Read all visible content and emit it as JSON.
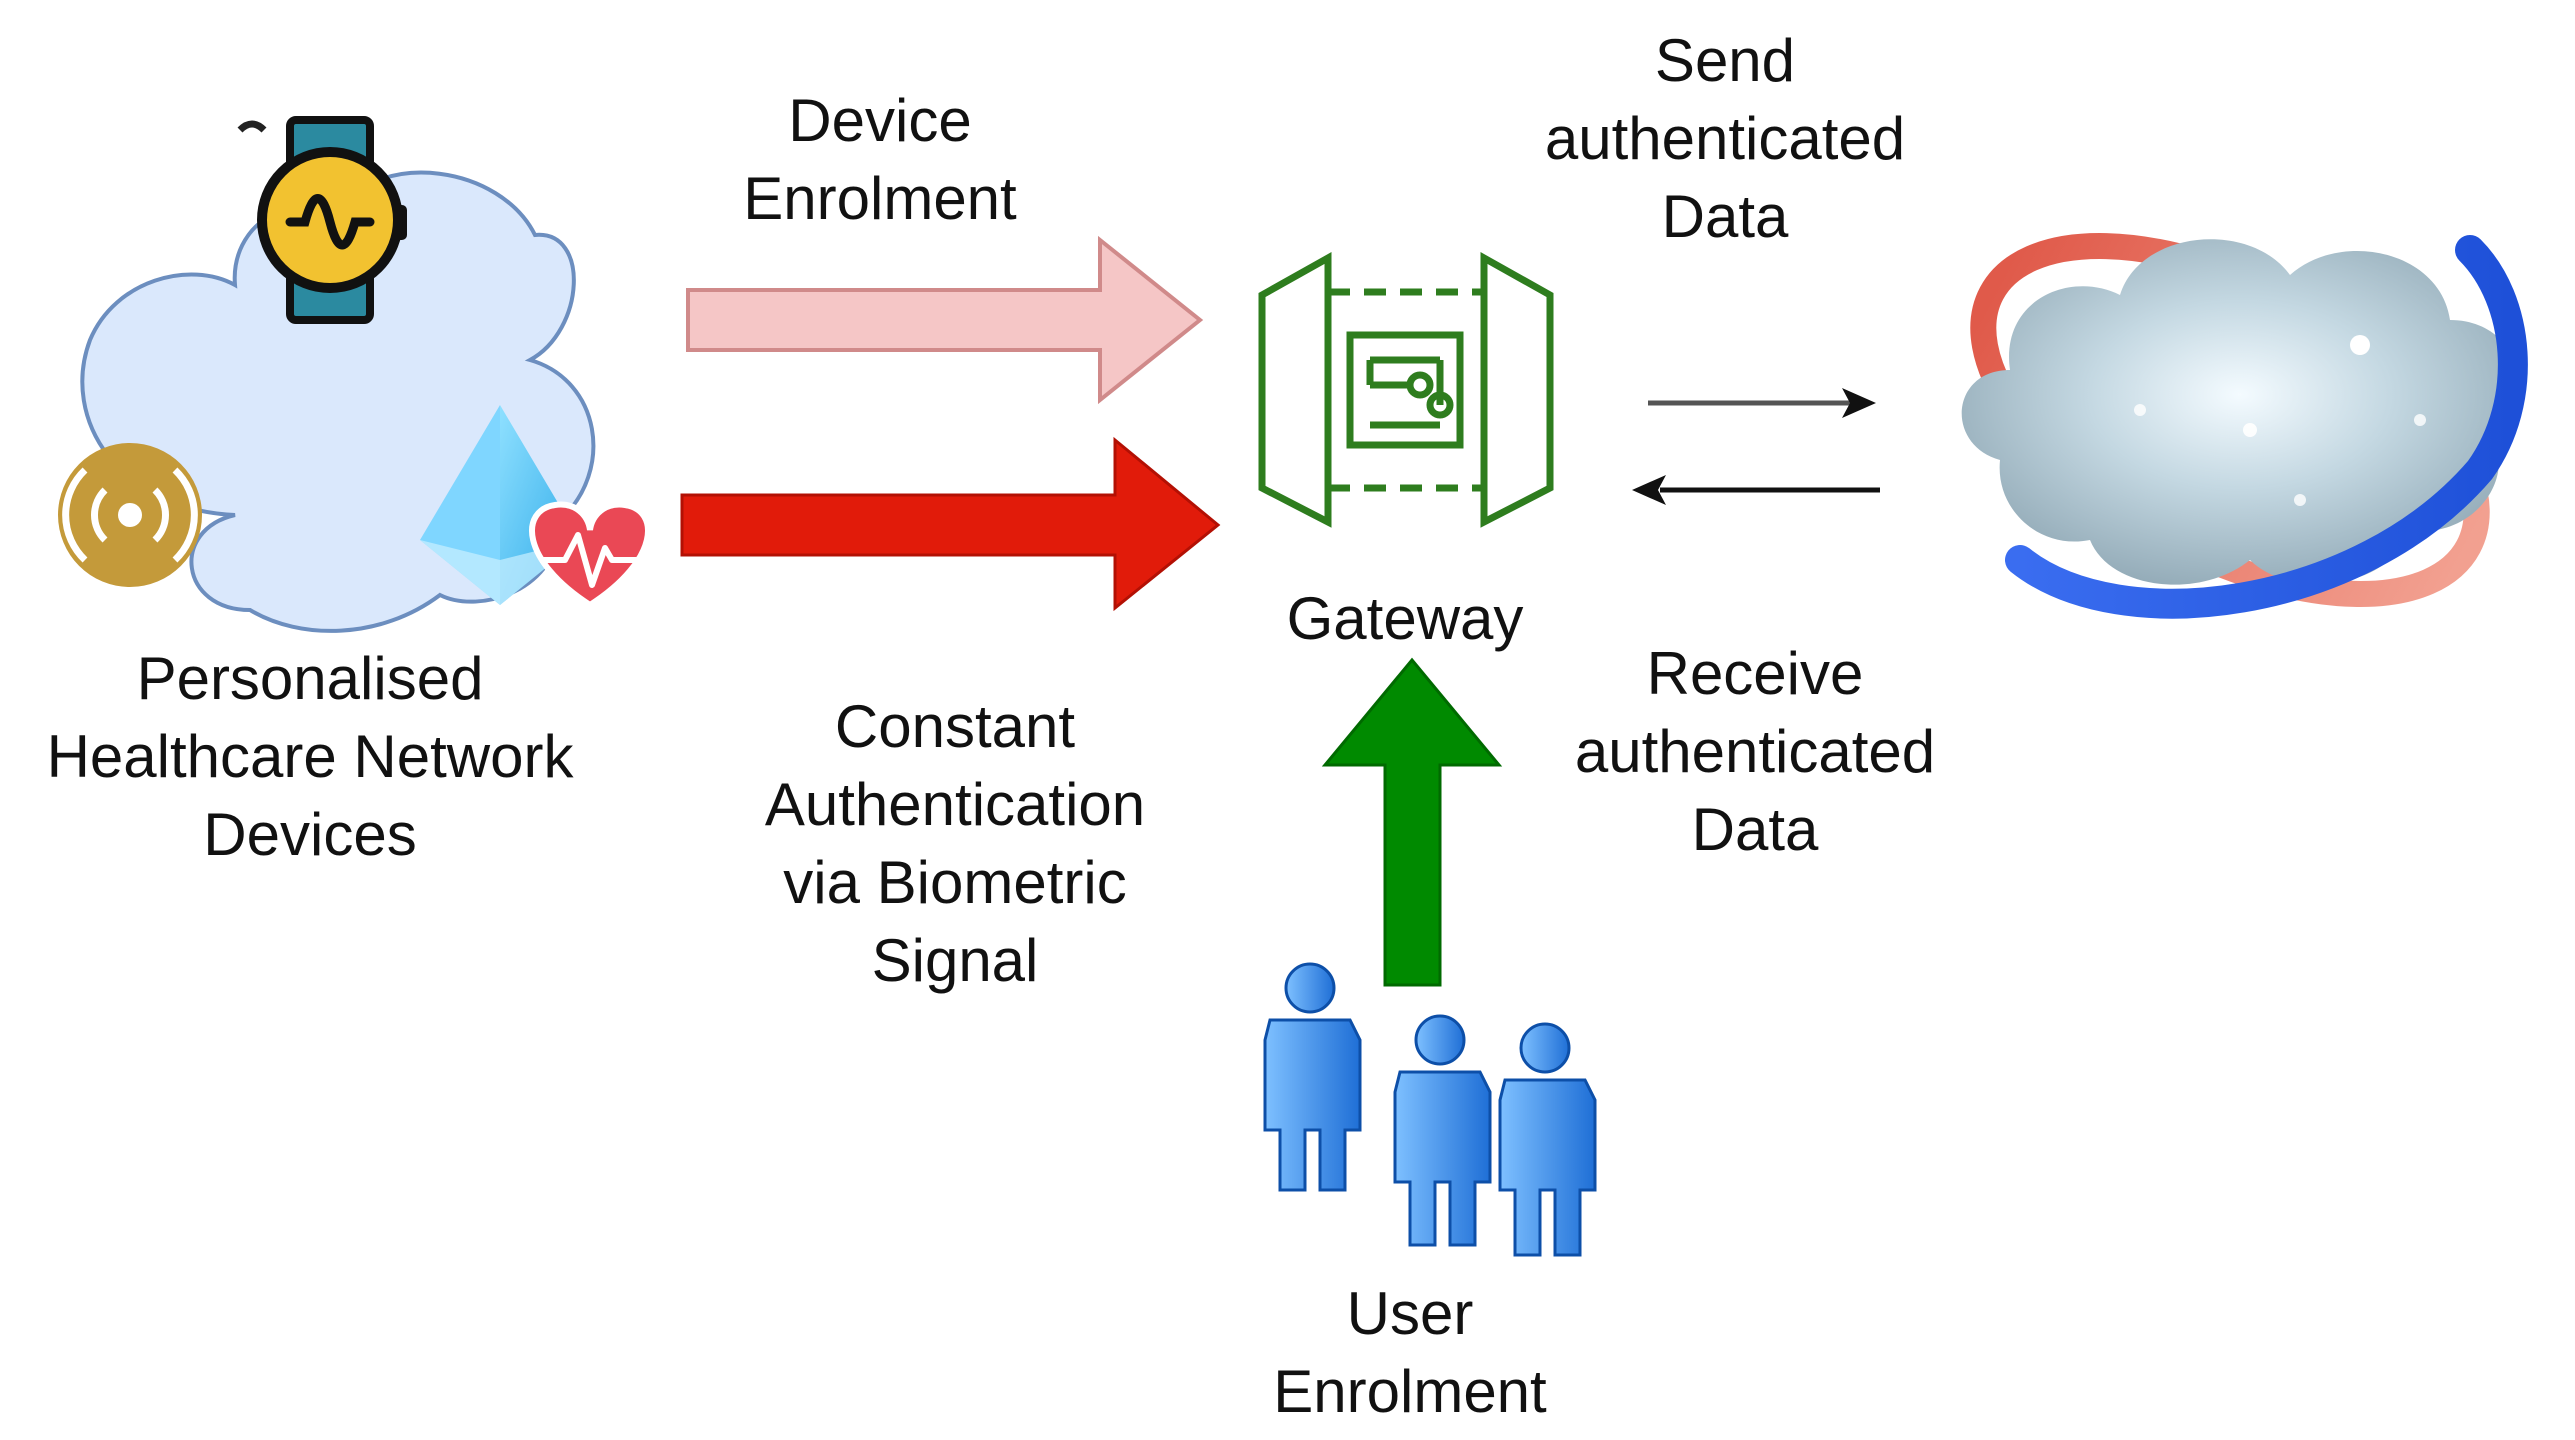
{
  "labels": {
    "devices": [
      "Personalised",
      "Healthcare Network",
      "Devices"
    ],
    "device_enrolment": [
      "Device",
      "Enrolment"
    ],
    "constant_auth": [
      "Constant",
      "Authentication",
      "via Biometric",
      "Signal"
    ],
    "gateway": "Gateway",
    "send": [
      "Send",
      "authenticated",
      "Data"
    ],
    "receive": [
      "Receive",
      "authenticated",
      "Data"
    ],
    "user_enrolment": [
      "User",
      "Enrolment"
    ]
  },
  "icons": {
    "device_cloud": "cloud-icon",
    "smartwatch": "smartwatch-icon",
    "sensor": "wireless-sensor-icon",
    "wearable_health": "heart-monitor-icon",
    "gateway": "gateway-icon",
    "cloud_server": "cloud-server-icon",
    "users": "users-icon"
  },
  "colors": {
    "device_enrolment_arrow": "#f5c6c6",
    "constant_auth_arrow": "#e11b0a",
    "user_enrolment_arrow": "#008a00",
    "gateway": "#2e7d1e",
    "device_cloud_fill": "#dae8fc",
    "user_figure": "#2a7fe0"
  }
}
